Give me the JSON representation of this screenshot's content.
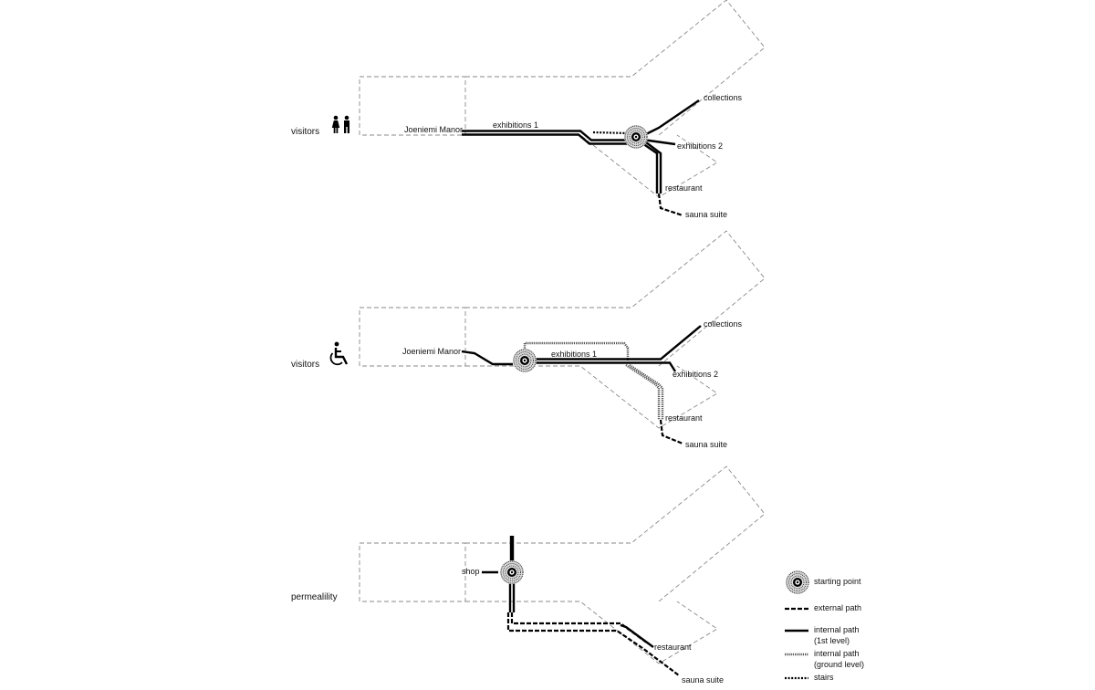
{
  "diagrams": [
    {
      "row_label": "visitors",
      "icon": "people-icon",
      "labels": {
        "manor": "Joeniemi Manor",
        "exhibitions_1": "exhibitions 1",
        "collections": "collections",
        "exhibitions_2": "exhibitions 2",
        "restaurant": "restaurant",
        "sauna": "sauna suite"
      }
    },
    {
      "row_label": "visitors",
      "icon": "wheelchair-icon",
      "labels": {
        "manor": "Joeniemi Manor",
        "exhibitions_1": "exhibitions 1",
        "collections": "collections",
        "exhibitions_2": "exhibitions 2",
        "restaurant": "restaurant",
        "sauna": "sauna suite"
      }
    },
    {
      "row_label": "permealility",
      "icon": "",
      "labels": {
        "shop": "shop",
        "restaurant": "restaurant",
        "sauna": "sauna suite"
      }
    }
  ],
  "legend": {
    "starting_point": "starting point",
    "external_path": "external path",
    "internal_path_1_a": "internal path",
    "internal_path_1_b": "(1st level)",
    "internal_path_g_a": "internal path",
    "internal_path_g_b": "(ground level)",
    "stairs": "stairs"
  }
}
